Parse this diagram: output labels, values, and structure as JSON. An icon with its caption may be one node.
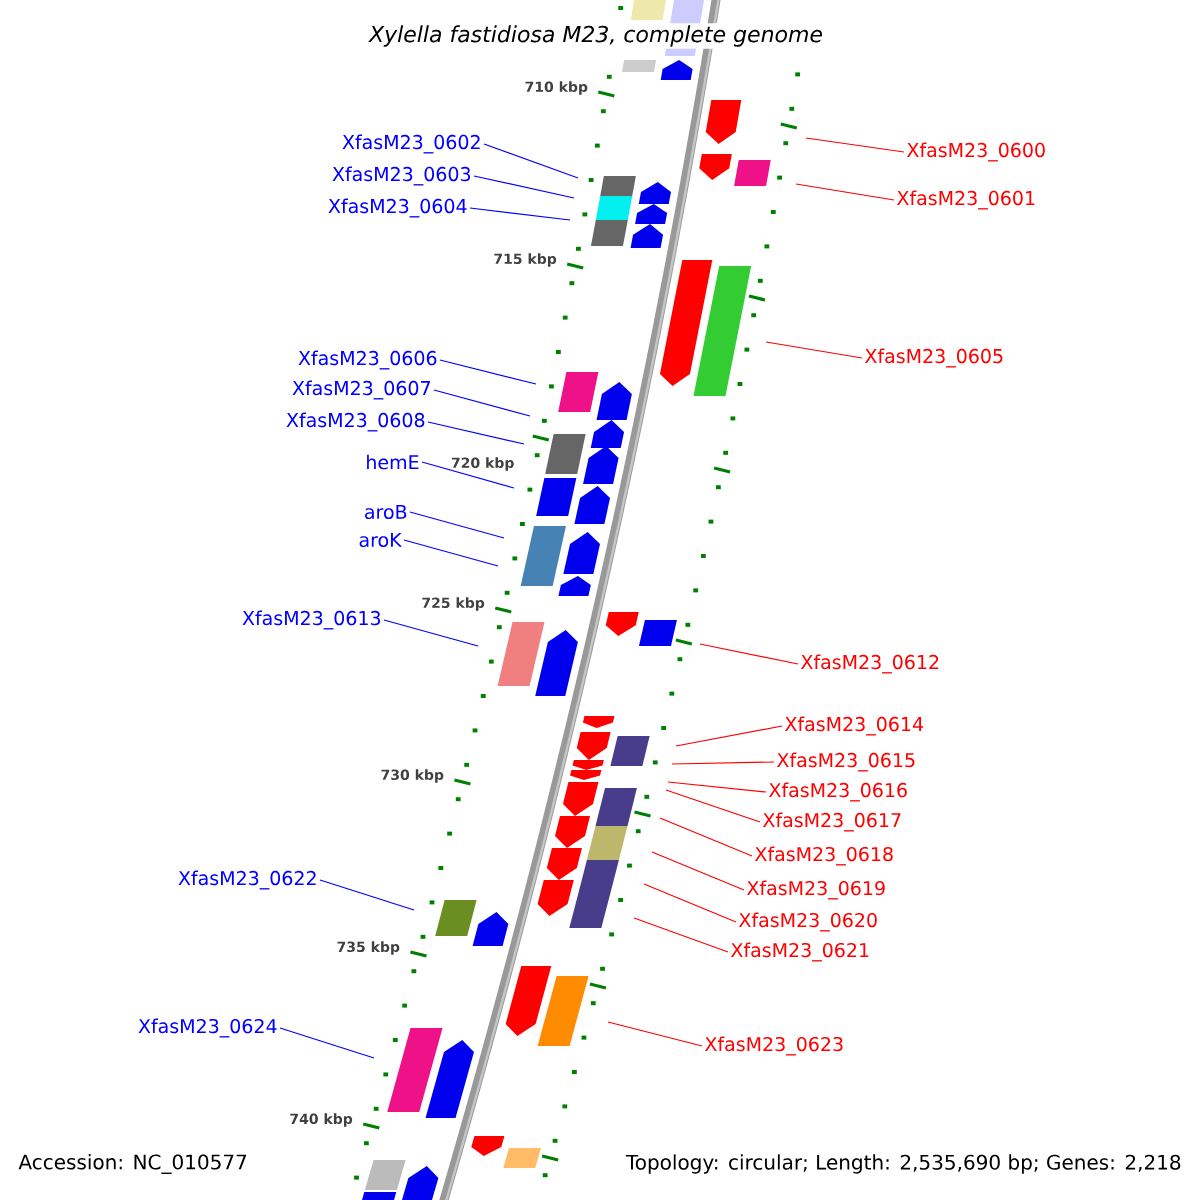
{
  "diagram": {
    "title": "Xylella fastidiosa M23, complete genome",
    "nodes": [
      {
        "text": [
          "XfasM23_0602"
        ]
      },
      {
        "text": [
          "XfasM23_0600"
        ]
      },
      {
        "text": [
          "XfasM23_0603"
        ]
      },
      {
        "text": [
          "XfasM23_0601"
        ]
      },
      {
        "text": [
          "XfasM23_0604"
        ]
      },
      {
        "text": [
          "XfasM23_0605"
        ]
      },
      {
        "text": [
          "XfasM23_0606"
        ]
      },
      {
        "text": [
          "XfasM23_0607"
        ]
      },
      {
        "text": [
          "XfasM23_0608"
        ]
      },
      {
        "text": [
          "hemE"
        ]
      },
      {
        "text": [
          "aroB"
        ]
      },
      {
        "text": [
          "aroK"
        ]
      },
      {
        "text": [
          "XfasM23_0613"
        ]
      },
      {
        "text": [
          "XfasM23_0612"
        ]
      },
      {
        "text": [
          "XfasM23_0614"
        ]
      },
      {
        "text": [
          "XfasM23_0615"
        ]
      },
      {
        "text": [
          "XfasM23_0616"
        ]
      },
      {
        "text": [
          "XfasM23_0617"
        ]
      },
      {
        "text": [
          "XfasM23_0618"
        ]
      },
      {
        "text": [
          "XfasM23_0622"
        ]
      },
      {
        "text": [
          "XfasM23_0619"
        ]
      },
      {
        "text": [
          "XfasM23_0620"
        ]
      },
      {
        "text": [
          "XfasM23_0621"
        ]
      },
      {
        "text": [
          "XfasM23_0624"
        ]
      },
      {
        "text": [
          "XfasM23_0623"
        ]
      }
    ],
    "edges": [
      {
        "from": 0,
        "to": null,
        "arrow": "none",
        "color": "#0000ff"
      },
      {
        "from": 1,
        "to": null,
        "arrow": "none"
      },
      {
        "from": 2,
        "to": null,
        "arrow": "none",
        "color": "#0000ff"
      },
      {
        "from": 3,
        "to": null,
        "arrow": "none"
      },
      {
        "from": 4,
        "to": null,
        "arrow": "none",
        "color": "#0000ff"
      },
      {
        "from": 5,
        "to": null,
        "arrow": "none"
      },
      {
        "from": 6,
        "to": null,
        "arrow": "none",
        "color": "#0000ff"
      },
      {
        "from": 7,
        "to": null,
        "arrow": "none",
        "color": "#0000ff"
      },
      {
        "from": 8,
        "to": null,
        "arrow": "none",
        "color": "#0000ff"
      },
      {
        "from": 9,
        "to": null,
        "arrow": "none",
        "color": "#0000ff"
      },
      {
        "from": 10,
        "to": null,
        "arrow": "none",
        "color": "#0000ff"
      },
      {
        "from": 11,
        "to": null,
        "arrow": "none",
        "color": "#0000ff"
      },
      {
        "from": 12,
        "to": null,
        "arrow": "none",
        "color": "#0000ff"
      },
      {
        "from": 13,
        "to": null,
        "arrow": "none"
      },
      {
        "from": 14,
        "to": null,
        "arrow": "none"
      },
      {
        "from": 15,
        "to": null,
        "arrow": "none"
      },
      {
        "from": 16,
        "to": null,
        "arrow": "none"
      },
      {
        "from": 17,
        "to": null,
        "arrow": "none"
      },
      {
        "from": 18,
        "to": null,
        "arrow": "none"
      },
      {
        "from": 19,
        "to": null,
        "arrow": "none",
        "color": "#0000ff"
      },
      {
        "from": 20,
        "to": null,
        "arrow": "none"
      },
      {
        "from": 21,
        "to": null,
        "arrow": "none"
      },
      {
        "from": 22,
        "to": null,
        "arrow": "none"
      },
      {
        "from": 23,
        "to": null,
        "arrow": "none",
        "color": "#0000ff"
      },
      {
        "from": 24,
        "to": null,
        "arrow": "none"
      }
    ],
    "labels": [
      "710 kbp",
      "715 kbp",
      "720 kbp",
      "725 kbp",
      "730 kbp",
      "735 kbp",
      "740 kbp",
      "Accession: NC_010577",
      "Topology: circular; Length: 2,535,690 bp; Genes: 2,218"
    ]
  }
}
